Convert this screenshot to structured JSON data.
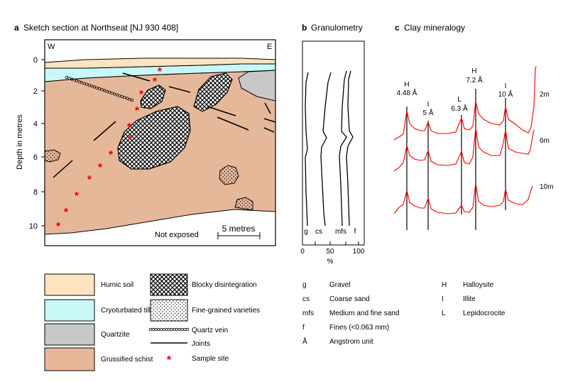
{
  "panels": {
    "a": {
      "letter": "a",
      "title": "Sketch section at Northseat [NJ 930 408]"
    },
    "b": {
      "letter": "b",
      "title": "Granulometry"
    },
    "c": {
      "letter": "c",
      "title": "Clay mineralogy"
    }
  },
  "section": {
    "west": "W",
    "east": "E",
    "ylabel": "Depth in metres",
    "depth_ticks": [
      "0",
      "2",
      "4",
      "6",
      "8",
      "10"
    ],
    "not_exposed": "Not exposed",
    "scale_label": "5 metres"
  },
  "granulometry": {
    "columns": [
      "g",
      "cs",
      "mfs",
      "f"
    ],
    "x_ticks": [
      "0",
      "50",
      "100"
    ],
    "unit": "%"
  },
  "clay": {
    "peaks": [
      {
        "mineral": "H",
        "value": "4.48 Å"
      },
      {
        "mineral": "I",
        "value": "5 Å"
      },
      {
        "mineral": "L",
        "value": "6.3 Å"
      },
      {
        "mineral": "H",
        "value": "7.2 Å"
      },
      {
        "mineral": "I",
        "value": "10 Å"
      }
    ],
    "samples": [
      "2m",
      "6m",
      "10m"
    ]
  },
  "legend": {
    "fills": [
      {
        "label": "Humic soil",
        "color": "#fde3c0"
      },
      {
        "label": "Cryoturbated till",
        "color": "#c8f7f7"
      },
      {
        "label": "Quartzite",
        "color": "#c8c8c8"
      },
      {
        "label": "Grussified schist",
        "color": "#e6b89a"
      }
    ],
    "patterns": [
      "Blocky disintegration",
      "Fine-grained varieties",
      "Quartz vein",
      "Joints",
      "Sample site"
    ],
    "granulometry_key": [
      {
        "code": "g",
        "desc": "Gravel"
      },
      {
        "code": "cs",
        "desc": "Coarse sand"
      },
      {
        "code": "mfs",
        "desc": "Medium and fine sand"
      },
      {
        "code": "f",
        "desc": "Fines (<0.063 mm)"
      },
      {
        "code": "Å",
        "desc": "Angstrom unit"
      }
    ],
    "mineral_key": [
      {
        "code": "H",
        "desc": "Halloysite"
      },
      {
        "code": "I",
        "desc": "Illite"
      },
      {
        "code": "L",
        "desc": "Lepidocrocite"
      }
    ]
  },
  "colors": {
    "humic": "#fde3c0",
    "till": "#c8f7f7",
    "quartzite": "#c8c8c8",
    "schist": "#e6b89a",
    "sample": "#e60000",
    "xrd": "#ff0000"
  }
}
